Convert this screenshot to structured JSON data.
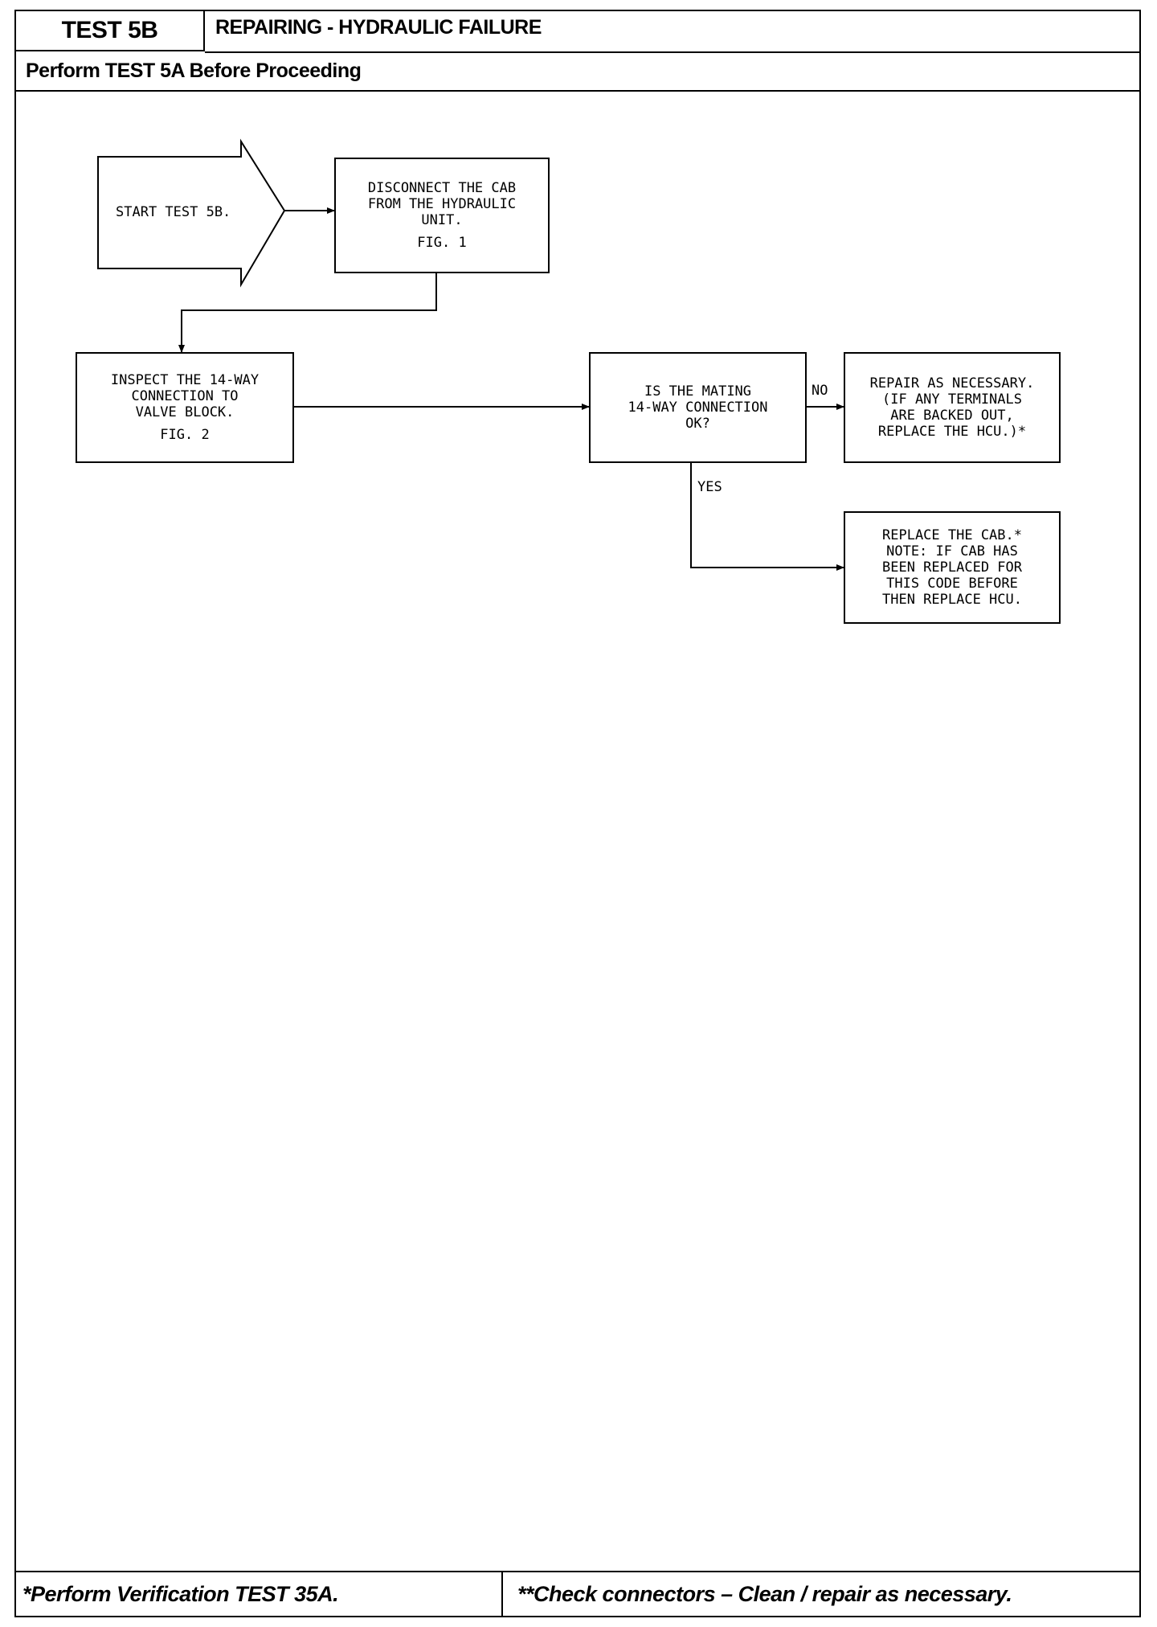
{
  "header": {
    "test_id": "TEST 5B",
    "title": "REPAIRING - HYDRAULIC FAILURE",
    "subtitle": "Perform TEST 5A Before Proceeding"
  },
  "flowchart": {
    "start": "START TEST 5B.",
    "disconnect": {
      "line1": "DISCONNECT THE CAB",
      "line2": "FROM THE HYDRAULIC",
      "line3": "UNIT.",
      "fig": "FIG. 1"
    },
    "inspect": {
      "line1": "INSPECT THE 14-WAY",
      "line2": "CONNECTION TO",
      "line3": "VALVE BLOCK.",
      "fig": "FIG. 2"
    },
    "question": {
      "line1": "IS THE MATING",
      "line2": "14-WAY CONNECTION",
      "line3": "OK?"
    },
    "no_label": "NO",
    "yes_label": "YES",
    "repair": {
      "line1": "REPAIR AS NECESSARY.",
      "line2": "(IF ANY TERMINALS",
      "line3": "ARE BACKED OUT,",
      "line4": "REPLACE THE HCU.)*"
    },
    "replace": {
      "line1": "REPLACE THE CAB.*",
      "line2": "NOTE: IF CAB HAS",
      "line3": "BEEN REPLACED FOR",
      "line4": "THIS CODE BEFORE",
      "line5": "THEN REPLACE HCU."
    }
  },
  "footer": {
    "left": "*Perform Verification TEST 35A.",
    "right": "**Check connectors – Clean / repair as necessary."
  }
}
